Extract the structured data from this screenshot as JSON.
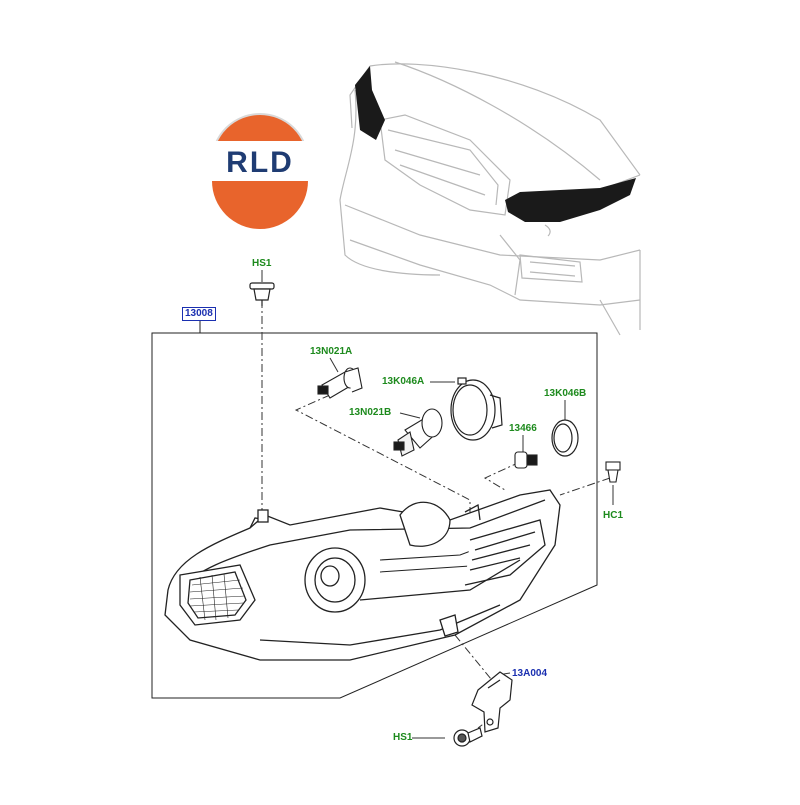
{
  "logo": {
    "text": "RLD",
    "colors": {
      "top": "#e8642c",
      "bottom": "#e8642c",
      "band": "#ffffff",
      "text": "#1f3c73"
    }
  },
  "labels": {
    "assembly": "13008",
    "hs1_top": "HS1",
    "hs1_bottom": "HS1",
    "bulb_a": "13N021A",
    "bulb_b": "13N021B",
    "cap_a": "13K046A",
    "cap_b": "13K046B",
    "small_bulb": "13466",
    "clip": "HC1",
    "bracket": "13A004"
  },
  "colors": {
    "part_label": "#1d8a1d",
    "ref_label": "#1a2fb0",
    "line": "#222222",
    "car_line": "#b8b8b8"
  }
}
